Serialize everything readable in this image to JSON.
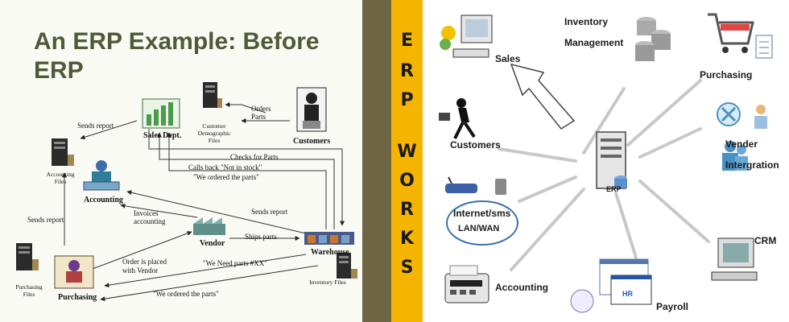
{
  "left": {
    "title_line1": "An ERP Example: Before",
    "title_line2": "ERP",
    "nodes": {
      "sales": "Sales Dept.",
      "customer_files": "Customer Demographic Files",
      "customers": "Customers",
      "accounting_files": "Accounting Files",
      "accounting": "Accounting",
      "vendor": "Vendor",
      "warehouse": "Warehouse",
      "purchasing_files": "Purchasing Files",
      "purchasing": "Purchasing",
      "inventory_files": "Inventory Files"
    },
    "flows": {
      "sends_report_top": "Sends report",
      "orders_parts": "Orders Parts",
      "checks_parts": "Checks for Parts",
      "calls_back": "Calls back \"Not in stock\"",
      "we_ordered_1": "\"We ordered the parts\"",
      "sends_report_right": "Sends report",
      "invoices": "Invoices accounting",
      "ships_parts": "Ships parts",
      "sends_report_left": "Sends report",
      "order_placed": "Order is placed with Vendor",
      "need_parts": "\"We Need parts #XX\"",
      "we_ordered_2": "\"We ordered the parts\""
    }
  },
  "banner": {
    "letters": [
      "E",
      "R",
      "P",
      "W",
      "O",
      "R",
      "K",
      "S"
    ]
  },
  "right": {
    "center": "ERP",
    "modules": {
      "sales": "Sales",
      "inventory_line1": "Inventory",
      "inventory_line2": "Management",
      "purchasing": "Purchasing",
      "customers": "Customers",
      "vender_line1": "Vender",
      "vender_line2": "Intergration",
      "internet_line1": "Internet/sms",
      "internet_line2": "LAN/WAN",
      "crm": "CRM",
      "accounting": "Accounting",
      "payroll": "Payroll",
      "hr": "HR"
    }
  },
  "colors": {
    "title": "#4f5b37",
    "divider": "#6f6544",
    "banner": "#f5b400",
    "spoke": "#c8c8c8"
  }
}
